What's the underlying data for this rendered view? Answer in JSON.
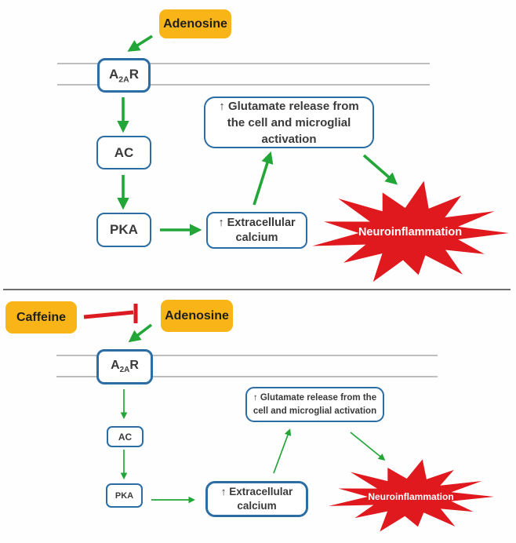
{
  "figure": {
    "panels": {
      "top": {
        "adenosine": "Adenosine",
        "receptor": {
          "pre": "A",
          "sub": "2A",
          "post": "R"
        },
        "ac": "AC",
        "pka": "PKA",
        "calcium": "↑ Extracellular calcium",
        "glutamate": "↑ Glutamate release from the cell and microglial activation",
        "outcome": "Neuroinflammation"
      },
      "bottom": {
        "caffeine": "Caffeine",
        "adenosine": "Adenosine",
        "receptor": {
          "pre": "A",
          "sub": "2A",
          "post": "R"
        },
        "ac": "AC",
        "pka": "PKA",
        "calcium": "↑ Extracellular calcium",
        "glutamate": "↑ Glutamate release from the cell and microglial activation",
        "outcome": "Neuroinflammation"
      }
    },
    "colors": {
      "ligand_fill": "#f9b517",
      "box_border": "#2c6da4",
      "activation_arrow": "#23a638",
      "inhibition": "#db1a21",
      "burst_fill": "#e0191e",
      "membrane_line": "#a9a9a9",
      "divider_line": "#6e6e6e",
      "box_text": "#3a3a3a",
      "burst_text": "#ffffff"
    }
  }
}
